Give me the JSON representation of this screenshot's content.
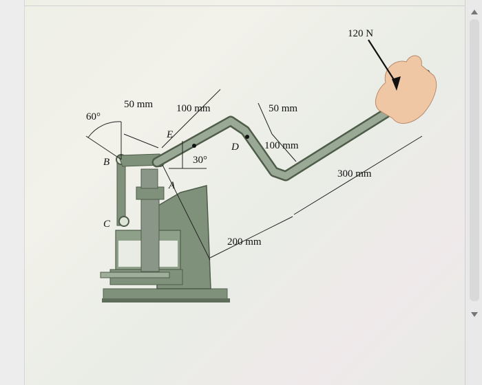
{
  "labels": {
    "force": "120 N",
    "dim_50_left": "50 mm",
    "dim_100_top": "100 mm",
    "dim_50_right": "50 mm",
    "dim_100_mid": "100 mm",
    "dim_300": "300 mm",
    "dim_200": "200 mm",
    "angle_60": "60°",
    "angle_30": "30°",
    "point_B": "B",
    "point_C": "C",
    "point_E": "E",
    "point_D": "D",
    "point_A": "A"
  },
  "colors": {
    "machine": "#7f917a",
    "machine_dark": "#55654f",
    "handle": "#8a9687",
    "dim_line": "#222222",
    "hand": "#f0c7a5"
  }
}
